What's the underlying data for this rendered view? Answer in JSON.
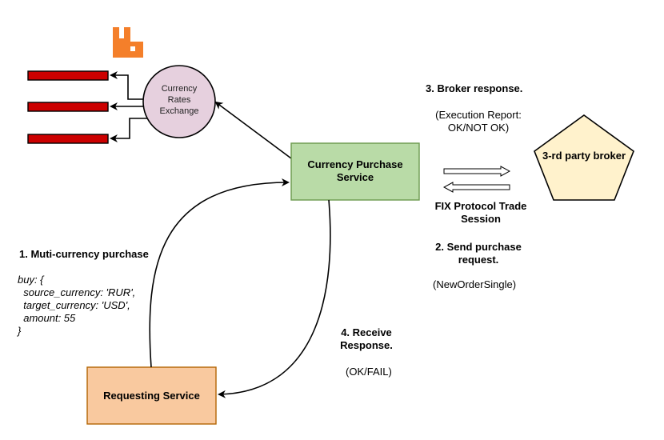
{
  "colors": {
    "purchase_service_fill": "#b9dba7",
    "purchase_service_stroke": "#6b9a4e",
    "requesting_service_fill": "#f9c99f",
    "requesting_service_stroke": "#b46504",
    "broker_fill": "#fff2cc",
    "broker_stroke": "#000000",
    "exchange_fill": "#e6d0de",
    "exchange_stroke": "#000000",
    "queue_fill": "#cc0000",
    "queue_stroke": "#000000",
    "rabbitmq_logo": "#f47f2a"
  },
  "icons": {
    "logo": "rabbitmq-logo-icon"
  },
  "nodes": {
    "exchange": "Currency\nRates\nExchange",
    "purchase_service": "Currency Purchase\nService",
    "broker": "3-rd party broker",
    "requesting_service": "Requesting Service"
  },
  "labels": {
    "step1_title": "1. Muti-currency purchase",
    "step1_code": "buy: {\n  source_currency: 'RUR',\n  target_currency: 'USD',\n  amount: 55\n}",
    "step2_title": "2. Send purchase\nrequest.",
    "step2_detail": "(NewOrderSingle)",
    "step3_title": "3. Broker response.",
    "step3_detail": "(Execution Report:\nOK/NOT OK)",
    "step4_title": "4. Receive\nResponse.",
    "step4_detail": "(OK/FAIL)",
    "fix_session": "FIX Protocol Trade\nSession"
  }
}
